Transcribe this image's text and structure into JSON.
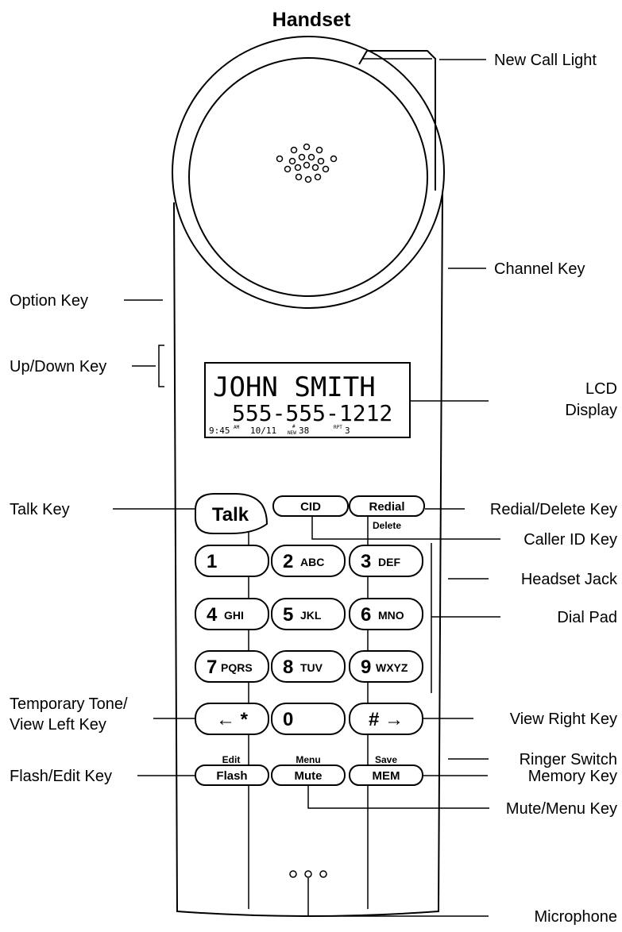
{
  "title": "Handset",
  "callouts": {
    "new_call_light": "New Call Light",
    "channel_key": "Channel Key",
    "option_key": "Option Key",
    "up_down_key": "Up/Down Key",
    "lcd_display_line1": "LCD",
    "lcd_display_line2": "Display",
    "talk_key": "Talk Key",
    "redial_delete_key": "Redial/Delete Key",
    "caller_id_key": "Caller ID Key",
    "headset_jack": "Headset Jack",
    "dial_pad": "Dial Pad",
    "temporary_tone_line1": "Temporary Tone/",
    "temporary_tone_line2": "View Left Key",
    "view_right_key": "View Right Key",
    "ringer_switch": "Ringer Switch",
    "flash_edit_key": "Flash/Edit Key",
    "memory_key": "Memory Key",
    "mute_menu_key": "Mute/Menu Key",
    "microphone": "Microphone"
  },
  "lcd": {
    "name": "JOHN SMITH",
    "number": "555-555-1212",
    "time": "9:45",
    "ampm": "AM",
    "date": "10/11",
    "new_label": "NEW",
    "hash": "#",
    "count": "38",
    "rpt_label": "RPT",
    "rpt_value": "3"
  },
  "keys": {
    "talk": "Talk",
    "cid": "CID",
    "redial": "Redial",
    "delete": "Delete",
    "k1": {
      "digit": "1",
      "letters": ""
    },
    "k2": {
      "digit": "2",
      "letters": "ABC"
    },
    "k3": {
      "digit": "3",
      "letters": "DEF"
    },
    "k4": {
      "digit": "4",
      "letters": "GHI"
    },
    "k5": {
      "digit": "5",
      "letters": "JKL"
    },
    "k6": {
      "digit": "6",
      "letters": "MNO"
    },
    "k7": {
      "digit": "7",
      "letters": "PQRS"
    },
    "k8": {
      "digit": "8",
      "letters": "TUV"
    },
    "k9": {
      "digit": "9",
      "letters": "WXYZ"
    },
    "k0": {
      "digit": "0",
      "letters": ""
    },
    "star": "←  *",
    "hash": "#  →",
    "edit": "Edit",
    "flash": "Flash",
    "menu": "Menu",
    "mute": "Mute",
    "save": "Save",
    "mem": "MEM"
  }
}
